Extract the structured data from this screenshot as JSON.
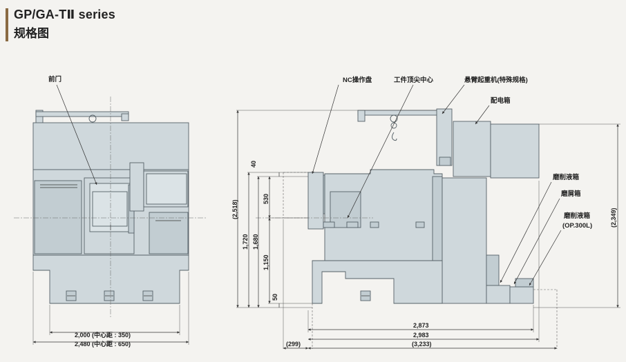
{
  "header": {
    "title": "GP/GA-TⅡ series",
    "subtitle": "规格图"
  },
  "front_view": {
    "labels": {
      "front_door": "前门"
    },
    "dimensions": {
      "width_1": "2,000 (中心距 : 350)",
      "width_2": "2,480 (中心距 : 650)"
    }
  },
  "side_view": {
    "labels": {
      "nc_panel": "NC操作盘",
      "work_center": "工件顶尖中心",
      "crane": "悬臂起重机(特殊规格)",
      "electric_cabinet": "配电箱",
      "coolant_tank": "磨削液箱",
      "sludge_box": "磨屑箱",
      "coolant_tank_op": "磨削液箱",
      "coolant_tank_op_note": "(OP.300L)"
    },
    "dimensions": {
      "h_40": "40",
      "h_530": "530",
      "h_1720": "1,720",
      "h_1680": "1,680",
      "h_1150": "1,150",
      "h_50": "50",
      "h_2518": "(2,518)",
      "h_2349": "(2,349)",
      "w_2873": "2,873",
      "w_2983": "2,983",
      "w_299": "(299)",
      "w_3233": "(3,233)"
    }
  }
}
